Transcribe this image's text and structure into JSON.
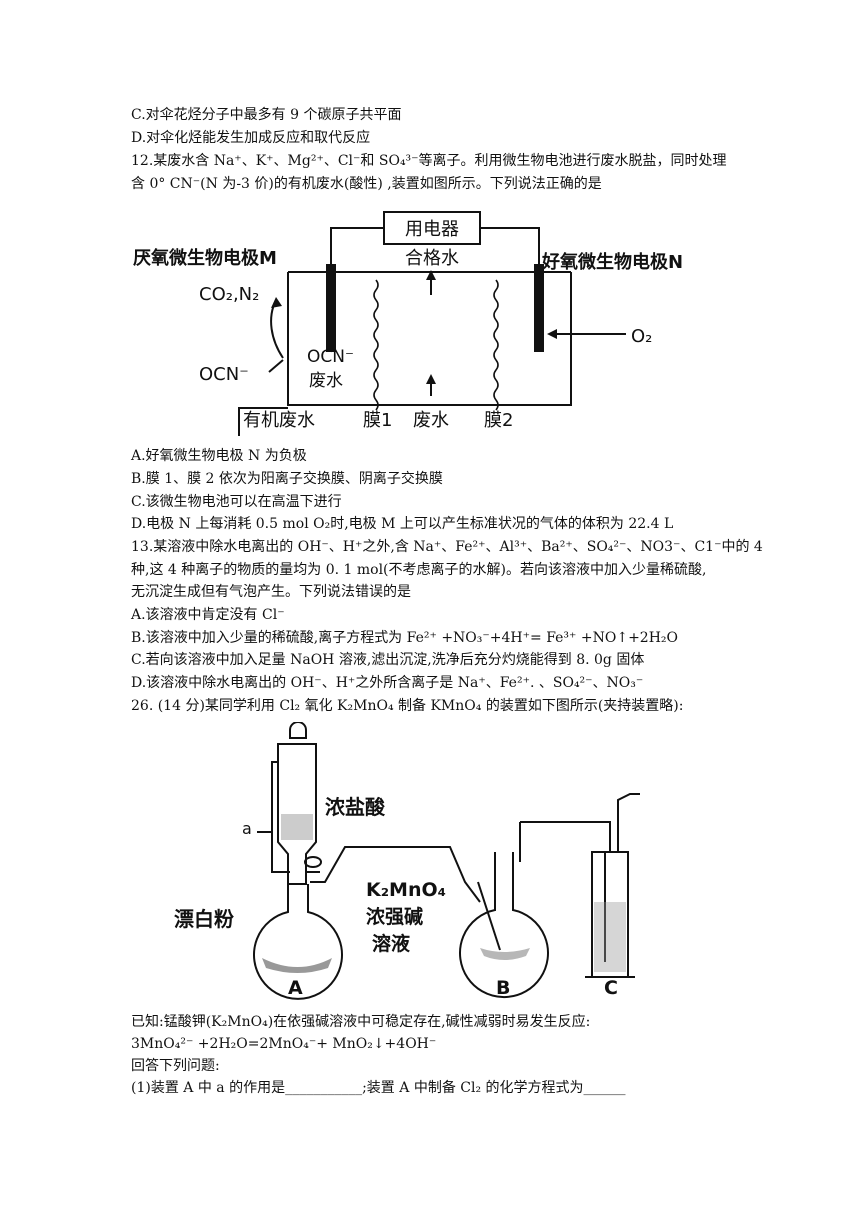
{
  "q11": {
    "c": "C.对伞花烃分子中最多有 9 个碳原子共平面",
    "d": "D.对伞化烃能发生加成反应和取代反应"
  },
  "q12": {
    "stem1": "12.某废水含 Na⁺、K⁺、Mg²⁺、Cl⁻和 SO₄³⁻等离子。利用微生物电池进行废水脱盐，同时处理",
    "stem2": "含 0° CN⁻(N 为-3 价)的有机废水(酸性) ,装置如图所示。下列说法正确的是",
    "figure": {
      "appliance": "用电器",
      "qualified_water": "合格水",
      "electrode_m": "厌氧微生物电极M",
      "electrode_n": "好氧微生物电极N",
      "co2n2": "CO₂,N₂",
      "ocn_in": "OCN⁻",
      "ocn_label": "OCN⁻",
      "waste_water_label": "废水",
      "o2": "O₂",
      "organic_waste": "有机废水",
      "membrane1": "膜1",
      "middle_waste": "废水",
      "membrane2": "膜2"
    },
    "a": "A.好氧微生物电极 N 为负极",
    "b": "B.膜 1、膜 2 依次为阳离子交换膜、阴离子交换膜",
    "c": "C.该微生物电池可以在高温下进行",
    "d": "D.电极 N 上每消耗 0.5 mol O₂时,电极 M 上可以产生标准状况的气体的体积为 22.4 L"
  },
  "q13": {
    "stem1": "13.某溶液中除水电离出的 OH⁻、H⁺之外,含 Na⁺、Fe²⁺、Al³⁺、Ba²⁺、SO₄²⁻、NO3⁻、C1⁻中的 4",
    "stem2": "种,这 4 种离子的物质的量均为 0. 1 mol(不考虑离子的水解)。若向该溶液中加入少量稀硫酸,",
    "stem3": "无沉淀生成但有气泡产生。下列说法错误的是",
    "a": "A.该溶液中肯定没有 Cl⁻",
    "b": "B.该溶液中加入少量的稀硫酸,离子方程式为 Fe²⁺ +NO₃⁻+4H⁺= Fe³⁺ +NO↑+2H₂O",
    "c": "C.若向该溶液中加入足量 NaOH 溶液,滤出沉淀,洗净后充分灼烧能得到 8. 0g 固体",
    "d": "D.该溶液中除水电离出的 OH⁻、H⁺之外所含离子是 Na⁺、Fe²⁺. 、SO₄²⁻、NO₃⁻"
  },
  "q26": {
    "stem": "26. (14 分)某同学利用 Cl₂ 氧化 K₂MnO₄ 制备 KMnO₄ 的装置如下图所示(夹持装置略):",
    "figure": {
      "a": "a",
      "conc_hcl": "浓盐酸",
      "bleach": "漂白粉",
      "k2mno4": "K₂MnO₄",
      "strong_base1": "浓强碱",
      "strong_base2": "溶液",
      "label_a": "A",
      "label_b": "B",
      "label_c": "C"
    },
    "known1": "已知:锰酸钾(K₂MnO₄)在依强碱溶液中可稳定存在,碱性减弱时易发生反应:",
    "known2": "3MnO₄²⁻ +2H₂O=2MnO₄⁻+ MnO₂↓+4OH⁻",
    "answer_prompt": "回答下列问题:",
    "q1": "(1)装置 A 中 a 的作用是___________;装置 A 中制备 Cl₂  的化学方程式为______"
  }
}
